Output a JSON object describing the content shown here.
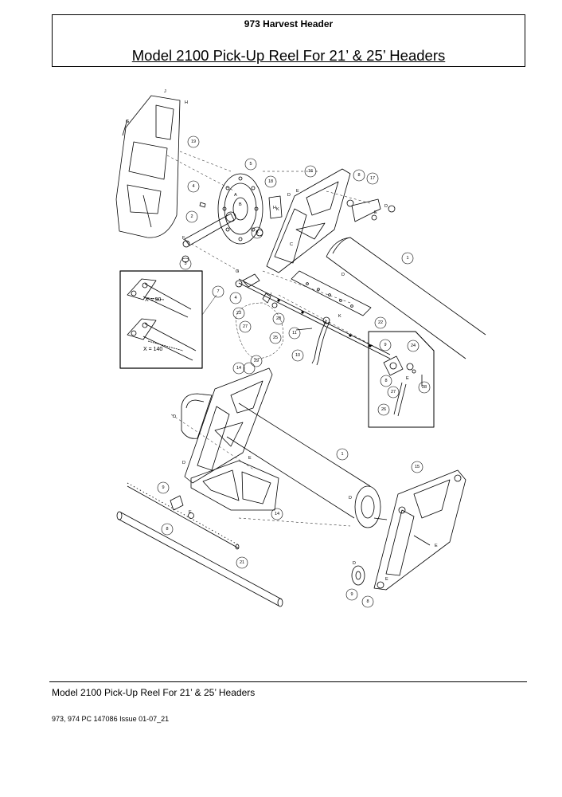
{
  "header": {
    "top_title": "973 Harvest Header",
    "main_title": "Model 2100 Pick-Up Reel For 21’ & 25’ Headers"
  },
  "diagram": {
    "callouts": [
      "1",
      "2",
      "3",
      "4",
      "5",
      "6",
      "7",
      "8",
      "9",
      "10",
      "11",
      "14",
      "15",
      "16",
      "17",
      "18",
      "19",
      "21",
      "22",
      "23",
      "24",
      "25",
      "26",
      "27",
      "28",
      "29"
    ],
    "letter_labels": [
      "A",
      "B",
      "C",
      "D",
      "E",
      "F",
      "G",
      "H",
      "J",
      "K",
      "L"
    ],
    "inset_labels": [
      "X = 90",
      "X = 140"
    ]
  },
  "footer": {
    "title": "Model 2100 Pick-Up Reel For 21’ & 25’ Headers",
    "doc_ref": "973, 974 PC 147086 Issue 01-07_21"
  }
}
